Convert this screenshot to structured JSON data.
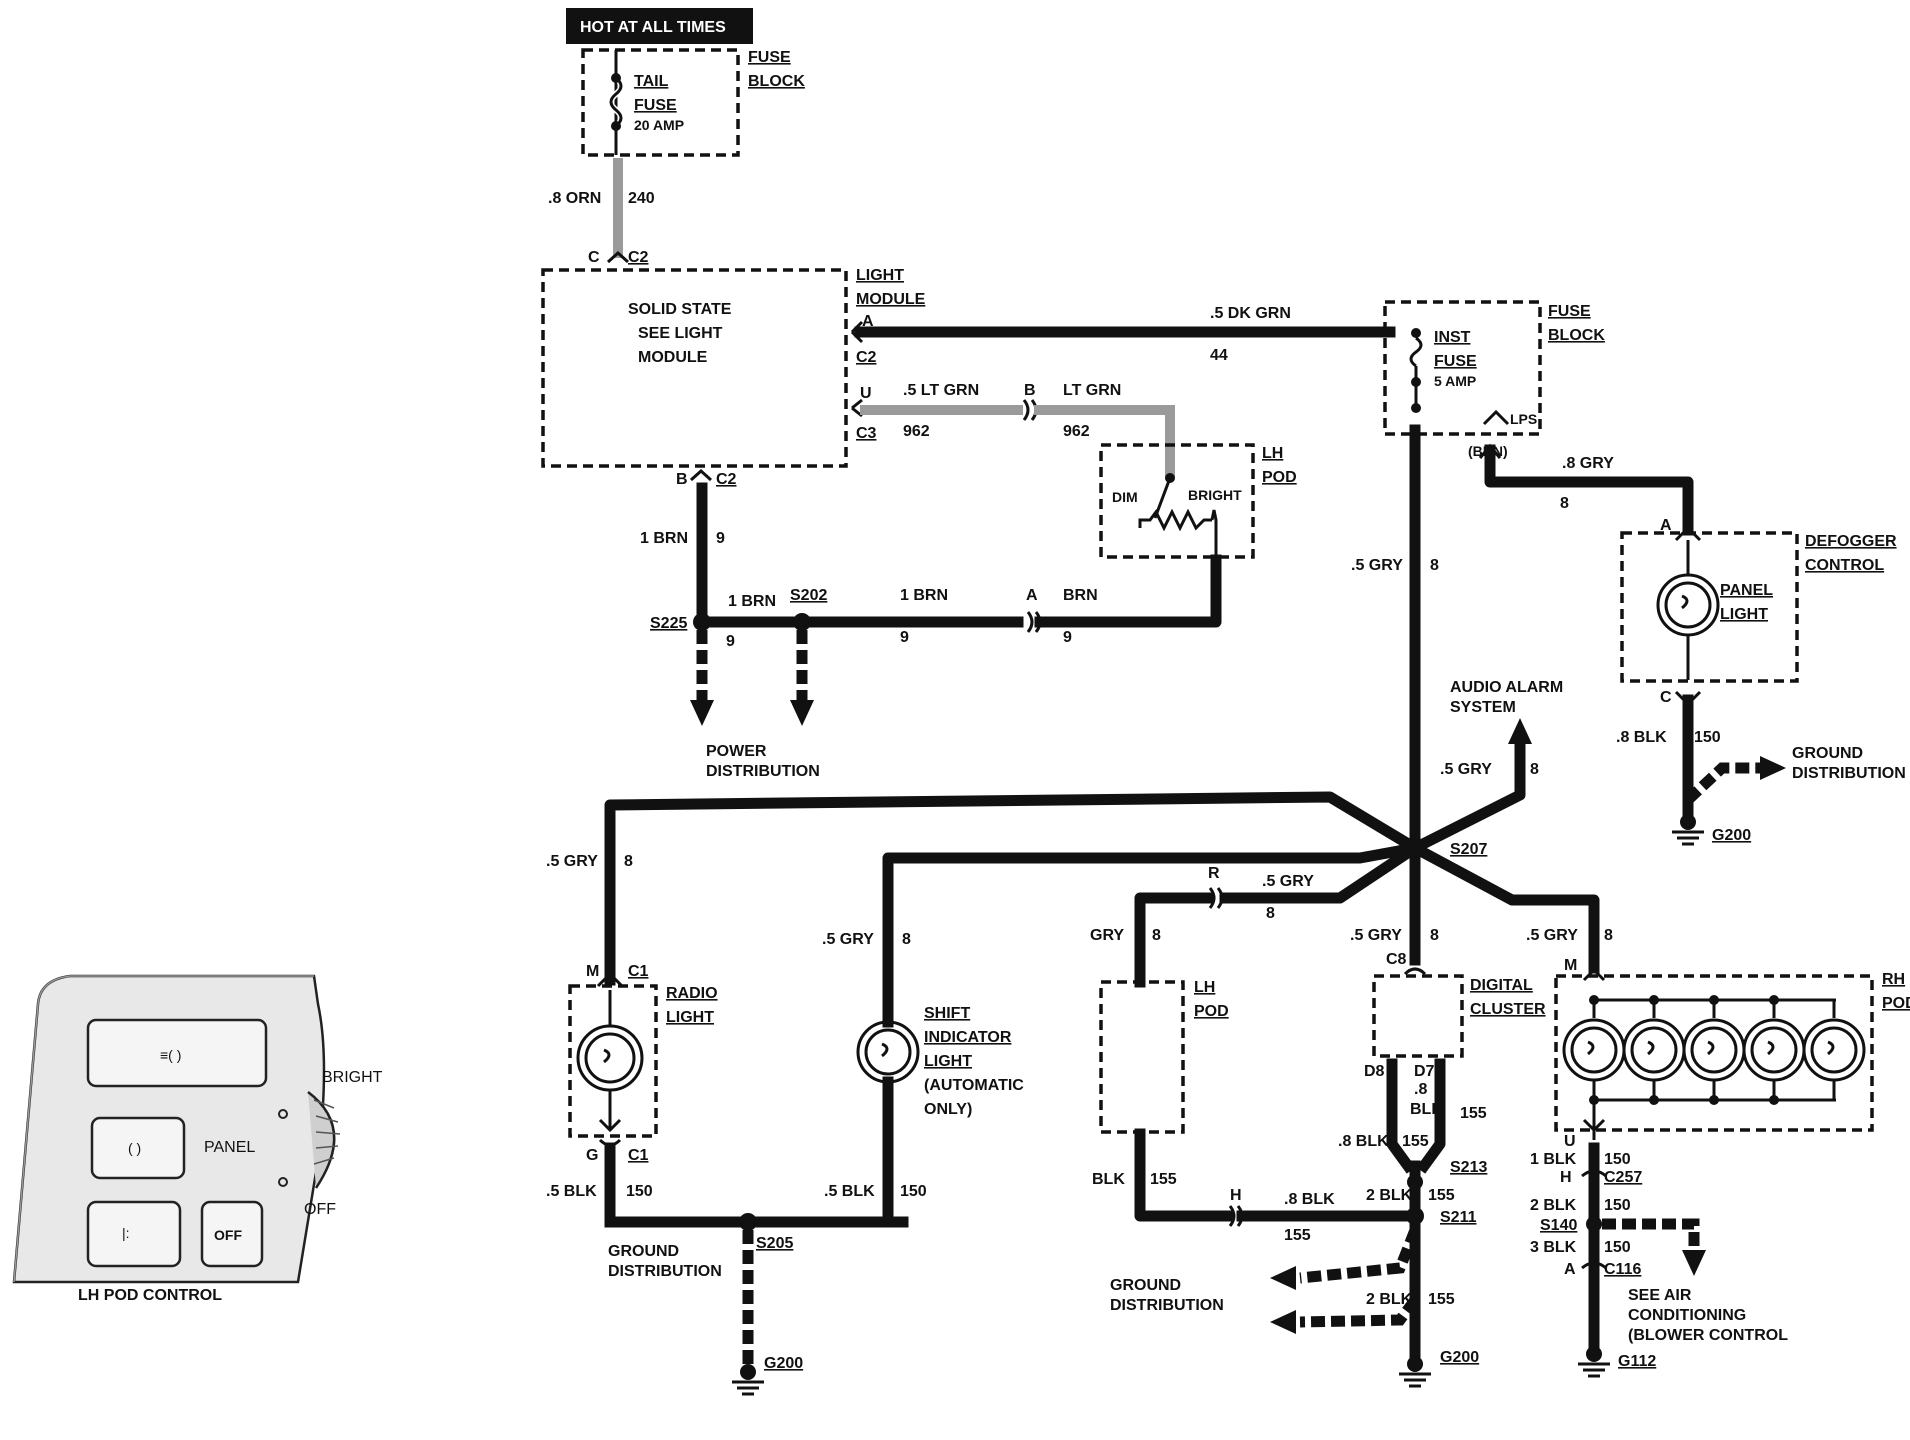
{
  "hot_at_all_times": "HOT AT ALL TIMES",
  "fuse_block_top": {
    "label1": "FUSE",
    "label2": "BLOCK",
    "fuse_name1": "TAIL",
    "fuse_name2": "FUSE",
    "rating": "20 AMP"
  },
  "wire_240": {
    "color": ".8 ORN",
    "circuit": "240"
  },
  "light_module": {
    "label1": "LIGHT",
    "label2": "MODULE",
    "body1": "SOLID STATE",
    "body2": "SEE LIGHT",
    "body3": "MODULE",
    "pin_c": "C",
    "conn_c2_top": "C2",
    "pin_a": "A",
    "conn_c2_right": "C2",
    "pin_u": "U",
    "conn_c3": "C3",
    "pin_b": "B",
    "conn_c2_bottom": "C2"
  },
  "wire_44": {
    "color": ".5 DK GRN",
    "circuit": "44"
  },
  "fuse_block_right": {
    "label1": "FUSE",
    "label2": "BLOCK",
    "fuse_name1": "INST",
    "fuse_name2": "FUSE",
    "rating": "5 AMP",
    "lps": "LPS",
    "brn": "(BRN)"
  },
  "wire_962": {
    "color_left": ".5 LT GRN",
    "circuit_left": "962",
    "pin_b": "B",
    "color_right": "LT GRN",
    "circuit_right": "962"
  },
  "lh_pod_top": {
    "label1": "LH",
    "label2": "POD",
    "dim": "DIM",
    "bright": "BRIGHT"
  },
  "brn_circuit": {
    "left_color": "1 BRN",
    "left_circuit": "9",
    "s225": "S225",
    "mid_color": "1 BRN",
    "s202": "S202",
    "mid_circuit": "9",
    "right_color": "1 BRN",
    "right_circuit": "9",
    "pin_a": "A",
    "pod_color": "BRN",
    "pod_circuit": "9",
    "s225_circuit": "9"
  },
  "power_distribution": {
    "line1": "POWER",
    "line2": "DISTRIBUTION"
  },
  "main_gray": {
    "color": ".5 GRY",
    "circuit": "8"
  },
  "defogger": {
    "wire_color": ".8 GRY",
    "wire_circuit": "8",
    "pin_a": "A",
    "label1": "DEFOGGER",
    "label2": "CONTROL",
    "lamp1": "PANEL",
    "lamp2": "LIGHT",
    "pin_c": "C",
    "blk_color": ".8 BLK",
    "blk_circuit": "150",
    "ground1": "GROUND",
    "ground2": "DISTRIBUTION",
    "g200": "G200"
  },
  "audio_alarm": {
    "line1": "AUDIO ALARM",
    "line2": "SYSTEM",
    "color": ".5 GRY",
    "circuit": "8"
  },
  "splice_s207": "S207",
  "radio": {
    "color": ".5 GRY",
    "circuit": "8",
    "pin_m": "M",
    "conn_c1_top": "C1",
    "label1": "RADIO",
    "label2": "LIGHT",
    "pin_g": "G",
    "conn_c1_bottom": "C1",
    "blk_color": ".5 BLK",
    "blk_circuit": "150"
  },
  "shift": {
    "color": ".5 GRY",
    "circuit": "8",
    "label1": "SHIFT",
    "label2": "INDICATOR",
    "label3": "LIGHT",
    "label4": "(AUTOMATIC",
    "label5": "ONLY)",
    "blk_color": ".5 BLK",
    "blk_circuit": "150"
  },
  "ground_s205": {
    "line1": "GROUND",
    "line2": "DISTRIBUTION",
    "splice": "S205",
    "g200": "G200"
  },
  "lh_pod_bottom": {
    "pin_r": "R",
    "color_top": ".5 GRY",
    "circuit_top": "8",
    "gry": "GRY",
    "gry_circuit": "8",
    "label1": "LH",
    "label2": "POD",
    "blk": "BLK",
    "blk_circuit": "155",
    "pin_h": "H",
    "blk_color": ".8 BLK",
    "blk_circuit2": "155"
  },
  "digital_cluster": {
    "color": ".5 GRY",
    "circuit": "8",
    "pin_c8": "C8",
    "label1": "DIGITAL",
    "label2": "CLUSTER",
    "pin_d8": "D8",
    "pin_d7": "D7",
    "mid_color1": ".8",
    "mid_color2": "BLK",
    "mid_circuit": "155",
    "left_color": ".8 BLK",
    "left_circuit": "155",
    "s213": "S213",
    "color2": "2 BLK",
    "circuit2": "155",
    "s211": "S211",
    "color3": "2 BLK",
    "circuit3": "155",
    "g200": "G200",
    "ground1": "GROUND",
    "ground2": "DISTRIBUTION"
  },
  "rh_pod": {
    "color": ".5 GRY",
    "circuit": "8",
    "pin_m": "M",
    "label1": "RH",
    "label2": "POD",
    "pin_u": "U",
    "c1_color": "1 BLK",
    "c1_circuit": "150",
    "pin_h": "H",
    "c257": "C257",
    "c2_color": "2 BLK",
    "c2_circuit": "150",
    "s140": "S140",
    "c3_color": "3 BLK",
    "c3_circuit": "150",
    "pin_a": "A",
    "c116": "C116",
    "g112": "G112",
    "note1": "SEE AIR",
    "note2": "CONDITIONING",
    "note3": "(BLOWER CONTROL"
  },
  "pod_control": {
    "title": "LH POD CONTROL",
    "bright": "BRIGHT",
    "panel": "PANEL",
    "off_button": "OFF",
    "off": "OFF"
  }
}
